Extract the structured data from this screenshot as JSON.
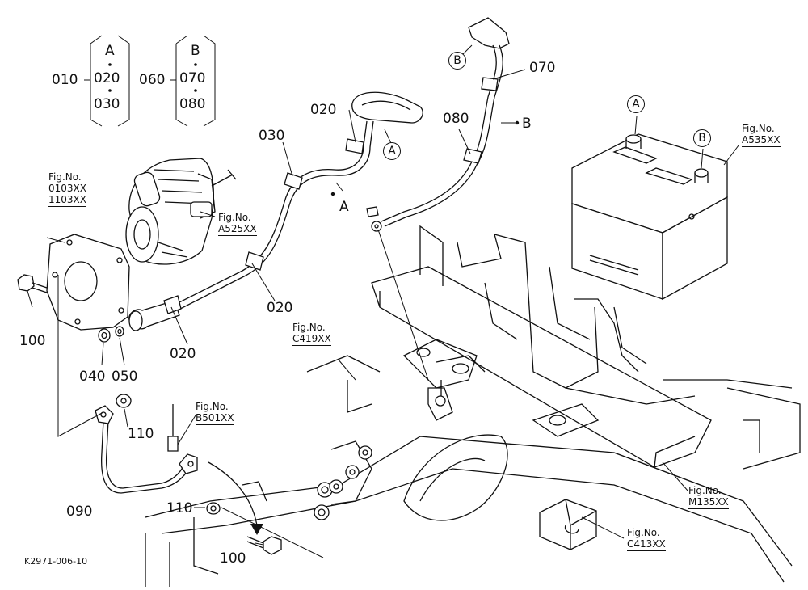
{
  "colors": {
    "ink": "#111111",
    "background": "#ffffff"
  },
  "diagram_code": "K2971-006-10",
  "groups": [
    {
      "code": "010",
      "letter": "A",
      "parts": [
        "020",
        "030"
      ]
    },
    {
      "code": "060",
      "letter": "B",
      "parts": [
        "070",
        "080"
      ]
    }
  ],
  "callouts": {
    "p020_top": "020",
    "p030": "030",
    "p020_mid": "020",
    "p020_low": "020",
    "p070": "070",
    "p080": "080",
    "p100_left": "100",
    "p040": "040",
    "p050": "050",
    "p110_upper": "110",
    "p090": "090",
    "p110_lower": "110",
    "p100_bottom": "100",
    "letter_a_cable": "A",
    "letter_b_cable": "B"
  },
  "circle_markers": {
    "a_cable": "A",
    "b_cable": "B",
    "a_battery": "A",
    "b_battery": "B"
  },
  "fig_refs": [
    {
      "key": "engine_plate",
      "title": "Fig.No.",
      "numbers": [
        "0103XX",
        "1103XX"
      ]
    },
    {
      "key": "starter",
      "title": "Fig.No.",
      "numbers": [
        "A525XX"
      ]
    },
    {
      "key": "battery",
      "title": "Fig.No.",
      "numbers": [
        "A535XX"
      ]
    },
    {
      "key": "frame_bracket",
      "title": "Fig.No.",
      "numbers": [
        "C419XX"
      ]
    },
    {
      "key": "ground_wire",
      "title": "Fig.No.",
      "numbers": [
        "B501XX"
      ]
    },
    {
      "key": "frame",
      "title": "Fig.No.",
      "numbers": [
        "M135XX"
      ]
    },
    {
      "key": "battery_holder",
      "title": "Fig.No.",
      "numbers": [
        "C413XX"
      ]
    }
  ]
}
